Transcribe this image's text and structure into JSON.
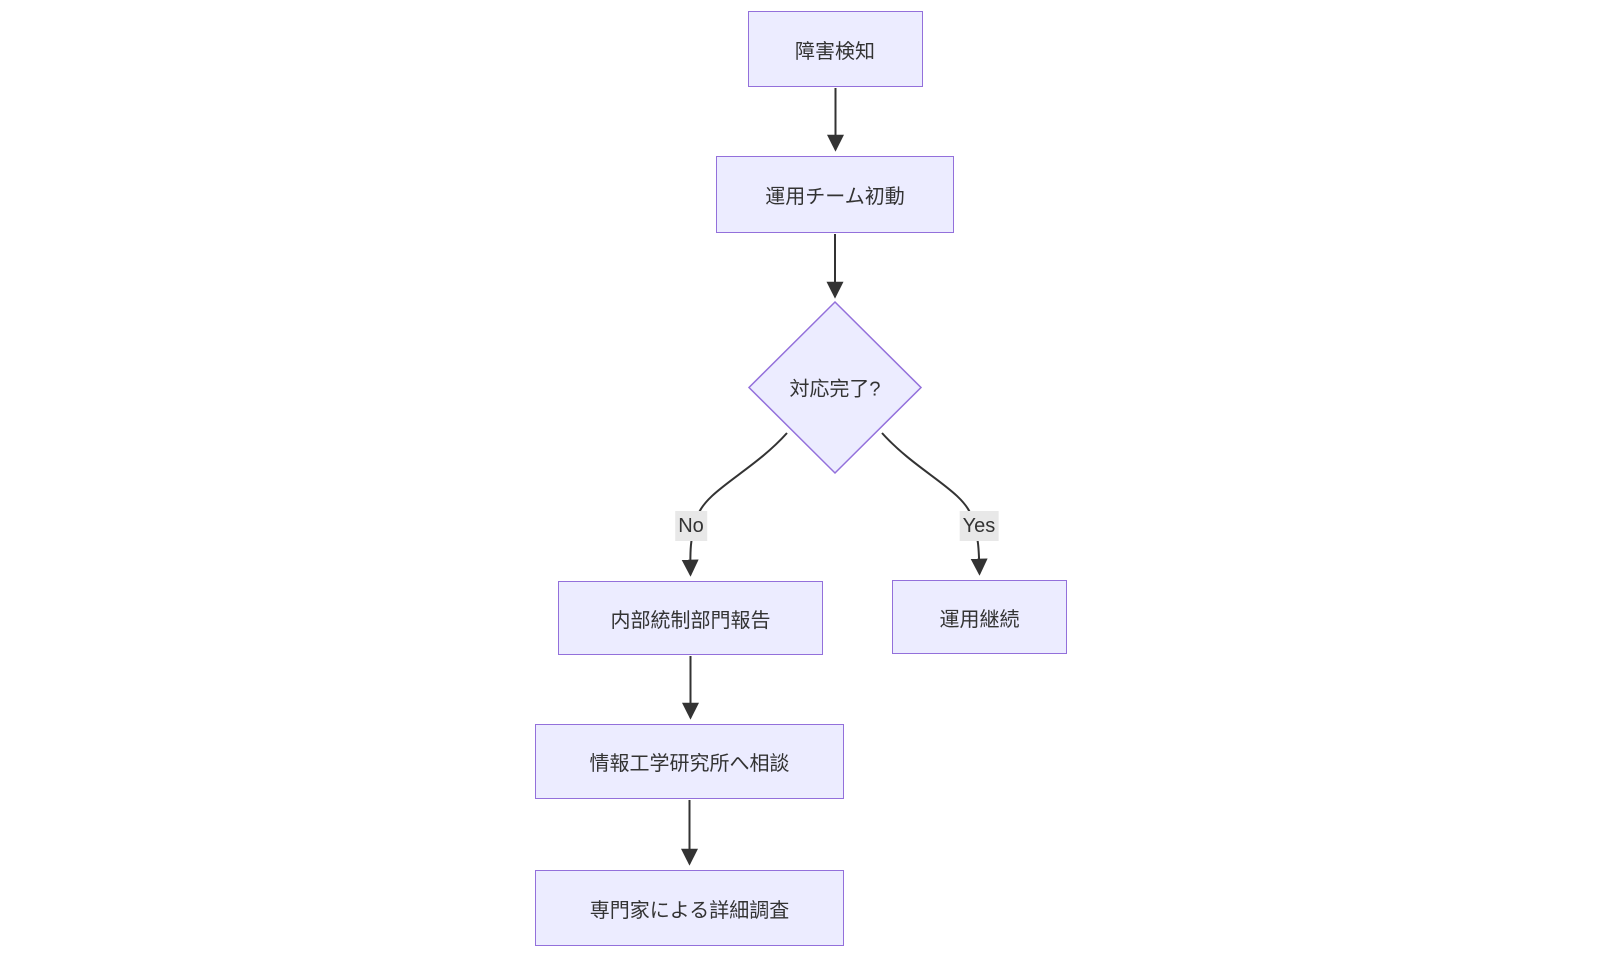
{
  "diagram": {
    "type": "flowchart",
    "direction": "top-down",
    "colors": {
      "node_fill": "#ECECFF",
      "node_border": "#9370DB",
      "edge_line": "#333333",
      "edge_label_bg": "#e8e8e8",
      "text": "#333333",
      "background": "#ffffff"
    },
    "nodes": [
      {
        "id": "A",
        "shape": "rect",
        "label": "障害検知"
      },
      {
        "id": "B",
        "shape": "rect",
        "label": "運用チーム初動"
      },
      {
        "id": "C",
        "shape": "diamond",
        "label": "対応完了?"
      },
      {
        "id": "D",
        "shape": "rect",
        "label": "内部統制部門報告"
      },
      {
        "id": "E",
        "shape": "rect",
        "label": "運用継続"
      },
      {
        "id": "F",
        "shape": "rect",
        "label": "情報工学研究所へ相談"
      },
      {
        "id": "G",
        "shape": "rect",
        "label": "専門家による詳細調査"
      }
    ],
    "edges": [
      {
        "from": "A",
        "to": "B",
        "label": ""
      },
      {
        "from": "B",
        "to": "C",
        "label": ""
      },
      {
        "from": "C",
        "to": "D",
        "label": "No"
      },
      {
        "from": "C",
        "to": "E",
        "label": "Yes"
      },
      {
        "from": "D",
        "to": "F",
        "label": ""
      },
      {
        "from": "F",
        "to": "G",
        "label": ""
      }
    ]
  }
}
